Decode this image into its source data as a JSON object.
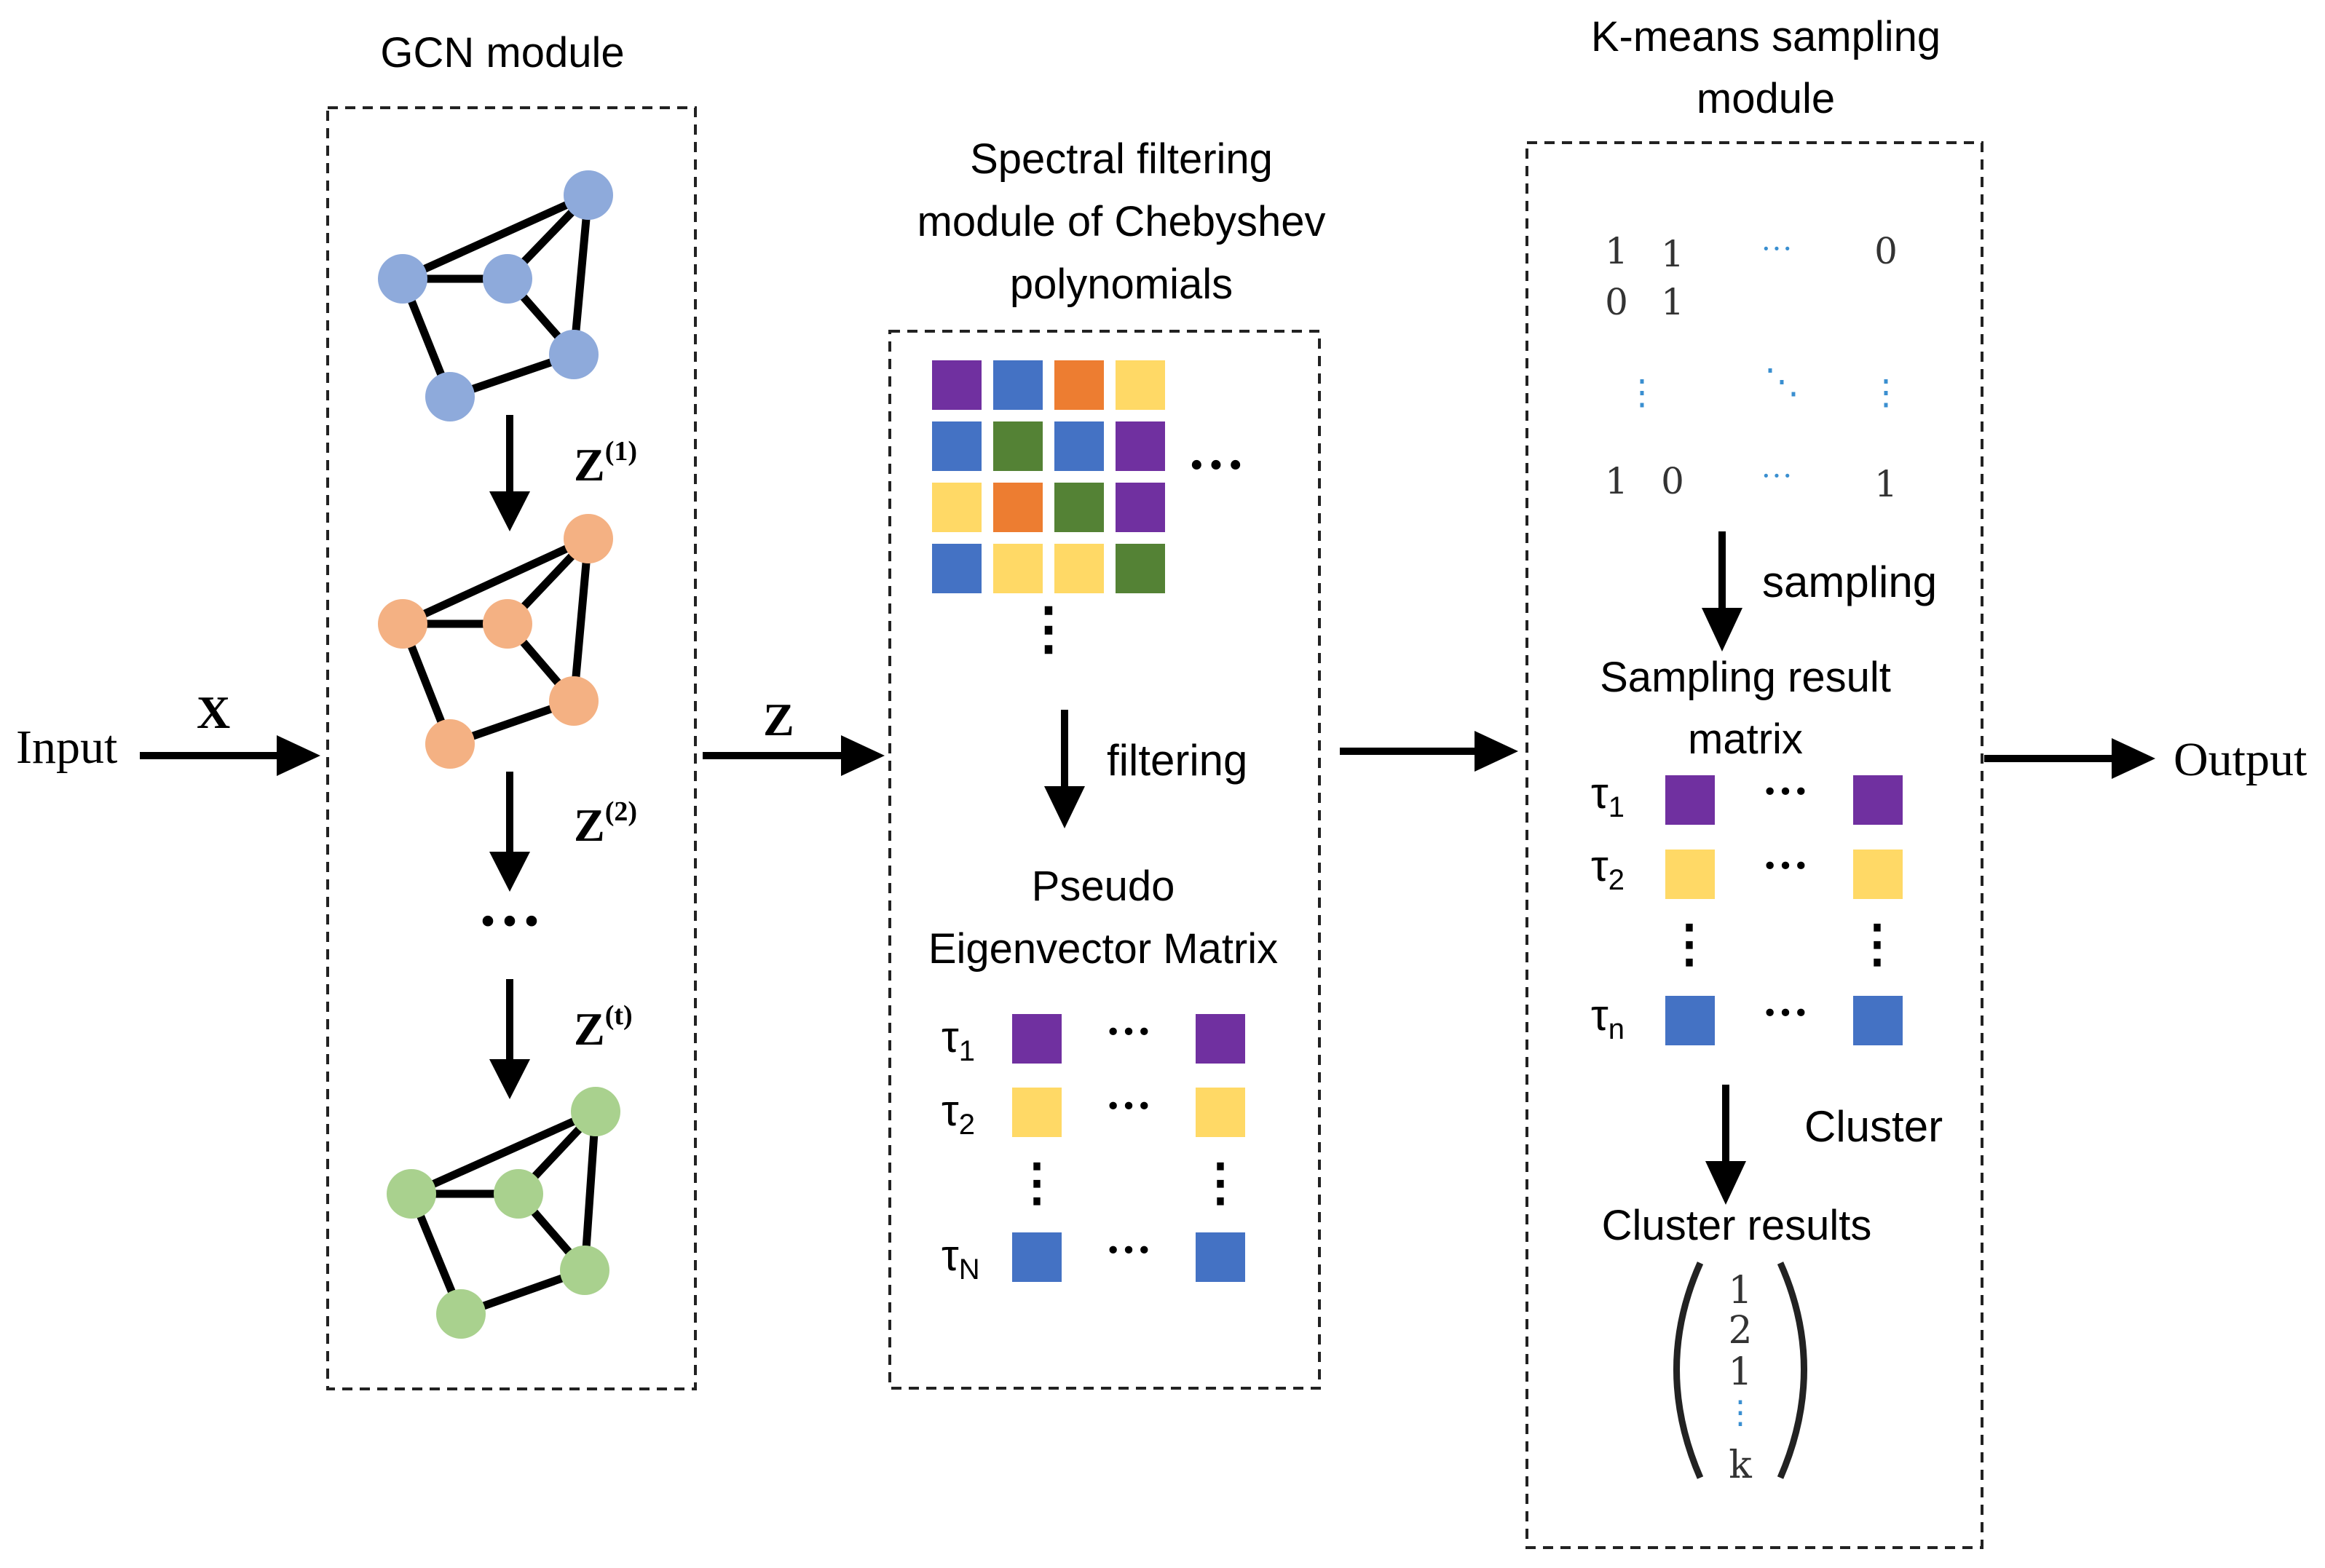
{
  "input_label": "Input",
  "output_label": "Output",
  "edge_labels": {
    "x": "X",
    "z": "Z"
  },
  "gcn": {
    "title": "GCN module",
    "z1_base": "Z",
    "z1_sup": "(1)",
    "z2_base": "Z",
    "z2_sup": "(2)",
    "zt_base": "Z",
    "zt_sup": "(t)",
    "ellipsis": "···",
    "node_colors": [
      "#8eaadb",
      "#f4b183",
      "#a9d18e"
    ]
  },
  "spectral": {
    "title_lines": [
      "Spectral filtering",
      "module of Chebyshev",
      "polynomials"
    ],
    "grid_colors": [
      [
        "#7030a0",
        "#4472c4",
        "#ed7d31",
        "#ffd966"
      ],
      [
        "#4472c4",
        "#548235",
        "#4472c4",
        "#7030a0"
      ],
      [
        "#ffd966",
        "#ed7d31",
        "#548235",
        "#7030a0"
      ],
      [
        "#4472c4",
        "#ffd966",
        "#ffd966",
        "#548235"
      ]
    ],
    "grid_hdots": "···",
    "grid_vdots": "⋮",
    "arrow_label": "filtering",
    "result_title_lines": [
      "Pseudo",
      "Eigenvector Matrix"
    ],
    "rows": [
      {
        "label_base": "τ",
        "label_sub": "1",
        "color": "#7030a0"
      },
      {
        "label_base": "τ",
        "label_sub": "2",
        "color": "#ffd966"
      },
      {
        "label_base": "τ",
        "label_sub": "N",
        "color": "#4472c4"
      }
    ],
    "row_dots": "···",
    "col_dots": "⋮"
  },
  "kmeans": {
    "title_lines": [
      "K-means sampling",
      "module"
    ],
    "matrix": {
      "r1": [
        "1",
        "1",
        "0"
      ],
      "r2": [
        "0",
        "1"
      ],
      "r_last": [
        "1",
        "0",
        "1"
      ]
    },
    "arrow_label_1": "sampling",
    "result_title_lines": [
      "Sampling result",
      "matrix"
    ],
    "rows": [
      {
        "label_base": "τ",
        "label_sub": "1",
        "color": "#7030a0"
      },
      {
        "label_base": "τ",
        "label_sub": "2",
        "color": "#ffd966"
      },
      {
        "label_base": "τ",
        "label_sub": "n",
        "color": "#4472c4"
      }
    ],
    "row_dots": "···",
    "col_dots": "⋮",
    "arrow_label_2": "Cluster",
    "cluster_title": "Cluster results",
    "cluster_vector": [
      "1",
      "2",
      "1",
      "k"
    ]
  }
}
